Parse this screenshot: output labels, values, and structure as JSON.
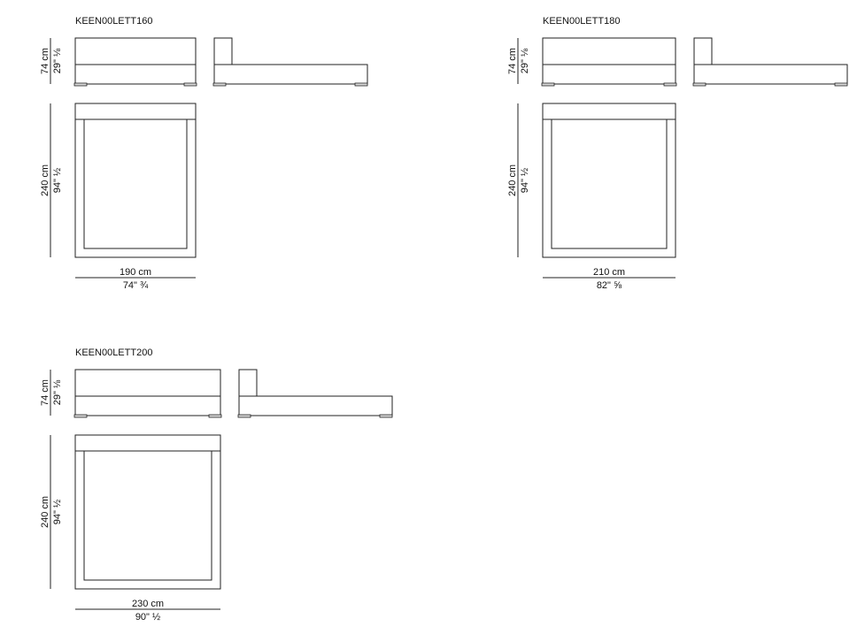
{
  "models": [
    {
      "code": "KEEN00LETT160",
      "height_cm": "74 cm",
      "height_in": "29\" ⅛",
      "length_cm": "240 cm",
      "length_in": "94\" ½",
      "width_cm": "190 cm",
      "width_in": "74\" ¾"
    },
    {
      "code": "KEEN00LETT180",
      "height_cm": "74 cm",
      "height_in": "29\" ⅛",
      "length_cm": "240 cm",
      "length_in": "94\" ½",
      "width_cm": "210 cm",
      "width_in": "82\" ⅝"
    },
    {
      "code": "KEEN00LETT200",
      "height_cm": "74 cm",
      "height_in": "29\" ⅛",
      "length_cm": "240 cm",
      "length_in": "94\" ½",
      "width_cm": "230 cm",
      "width_in": "90\" ½"
    }
  ]
}
